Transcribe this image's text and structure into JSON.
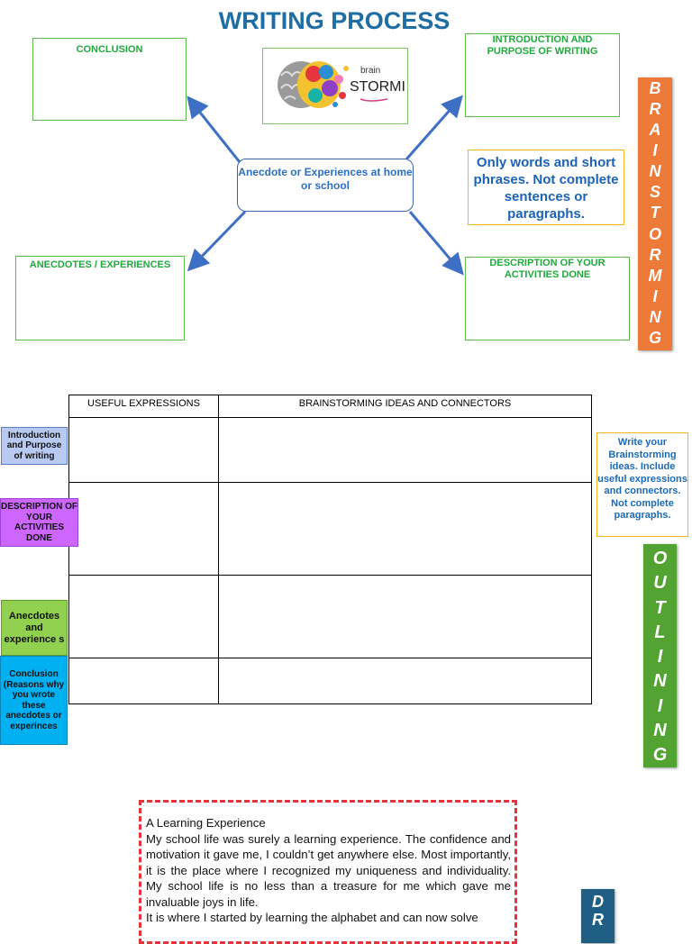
{
  "title": "WRITING PROCESS",
  "mindmap": {
    "center": "Anecdote or Experiences at home or school",
    "conclusion": "CONCLUSION",
    "introduction": "INTRODUCTION AND PURPOSE OF WRITING",
    "anecdotes": "ANECDOTES / EXPERIENCES",
    "description": "DESCRIPTION OF YOUR ACTIVITIES DONE",
    "image_brain": "brain",
    "image_storming": "STORMING"
  },
  "note": "Only words and short phrases. Not complete sentences or paragraphs.",
  "brainstorming_letters": [
    "B",
    "R",
    "A",
    "I",
    "N",
    "S",
    "T",
    "O",
    "R",
    "M",
    "I",
    "N",
    "G"
  ],
  "outlining_letters": [
    "O",
    "U",
    "T",
    "L",
    "I",
    "N",
    "I",
    "N",
    "G"
  ],
  "drafting_letters": [
    "D",
    "R"
  ],
  "table": {
    "headers": [
      "USEFUL EXPRESSIONS",
      "BRAINSTORMING IDEAS AND CONNECTORS"
    ]
  },
  "side_labels": {
    "intro": "Introduction and Purpose of writing",
    "description": "DESCRIPTION OF YOUR ACTIVITIES DONE",
    "anecdotes": "Anecdotes and experience s",
    "conclusion": "Conclusion (Reasons why you wrote these anecdotes or experinces"
  },
  "outline_note": "Write your Brainstorming ideas. Include useful expressions and connectors. Not complete paragraphs.",
  "story": {
    "heading": "A Learning Experience",
    "p1": "My school life was surely a learning experience. The confidence and motivation it gave me, I couldn’t get anywhere else. Most importantly, it is the place where I recognized my uniqueness and individuality. My school life is no less than a treasure for me which gave me invaluable joys in life.",
    "p2": "It is where I started by learning the alphabet and can now solve"
  },
  "colors": {
    "title": "#1f6ea3",
    "brainstorming": "#ee7a3a",
    "outlining": "#52a331",
    "drafting": "#1f5f86",
    "arrow": "#3d6fc4"
  }
}
